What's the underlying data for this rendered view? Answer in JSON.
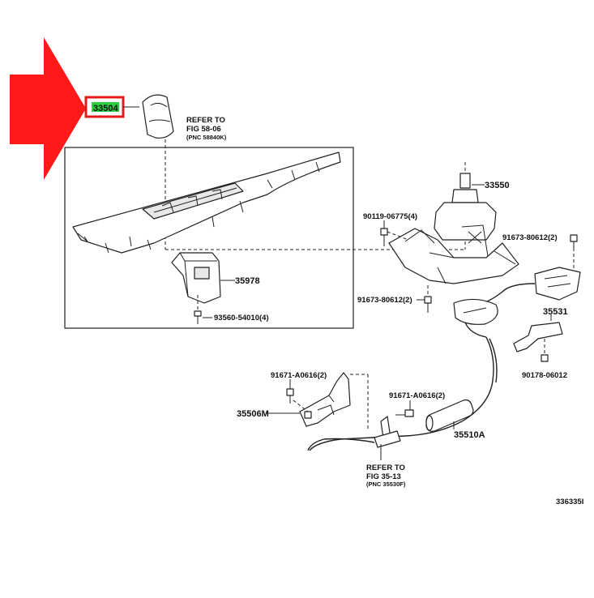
{
  "highlight": {
    "part_number": "33504",
    "arrow_color": "#ff1a1a",
    "box_color": "#e31b1b",
    "fill_color": "#2ecc40"
  },
  "refer_top": {
    "line1": "REFER TO",
    "line2": "FIG 58-06",
    "line3": "(PNC 58840K)"
  },
  "refer_bottom": {
    "line1": "REFER TO",
    "line2": "FIG 35-13",
    "line3": "(PNC 35530F)"
  },
  "labels": {
    "p33550": "33550",
    "p90119": "90119-06775(4)",
    "p91673_right": "91673-80612(2)",
    "p91673_left": "91673-80612(2)",
    "p35531": "35531",
    "p90178": "90178-06012",
    "p35978": "35978",
    "p93560": "93560-54010(4)",
    "p91671_left": "91671-A0616(2)",
    "p91671_right": "91671-A0616(2)",
    "p35506M": "35506M",
    "p35510A": "35510A",
    "figure_id": "336335I"
  }
}
